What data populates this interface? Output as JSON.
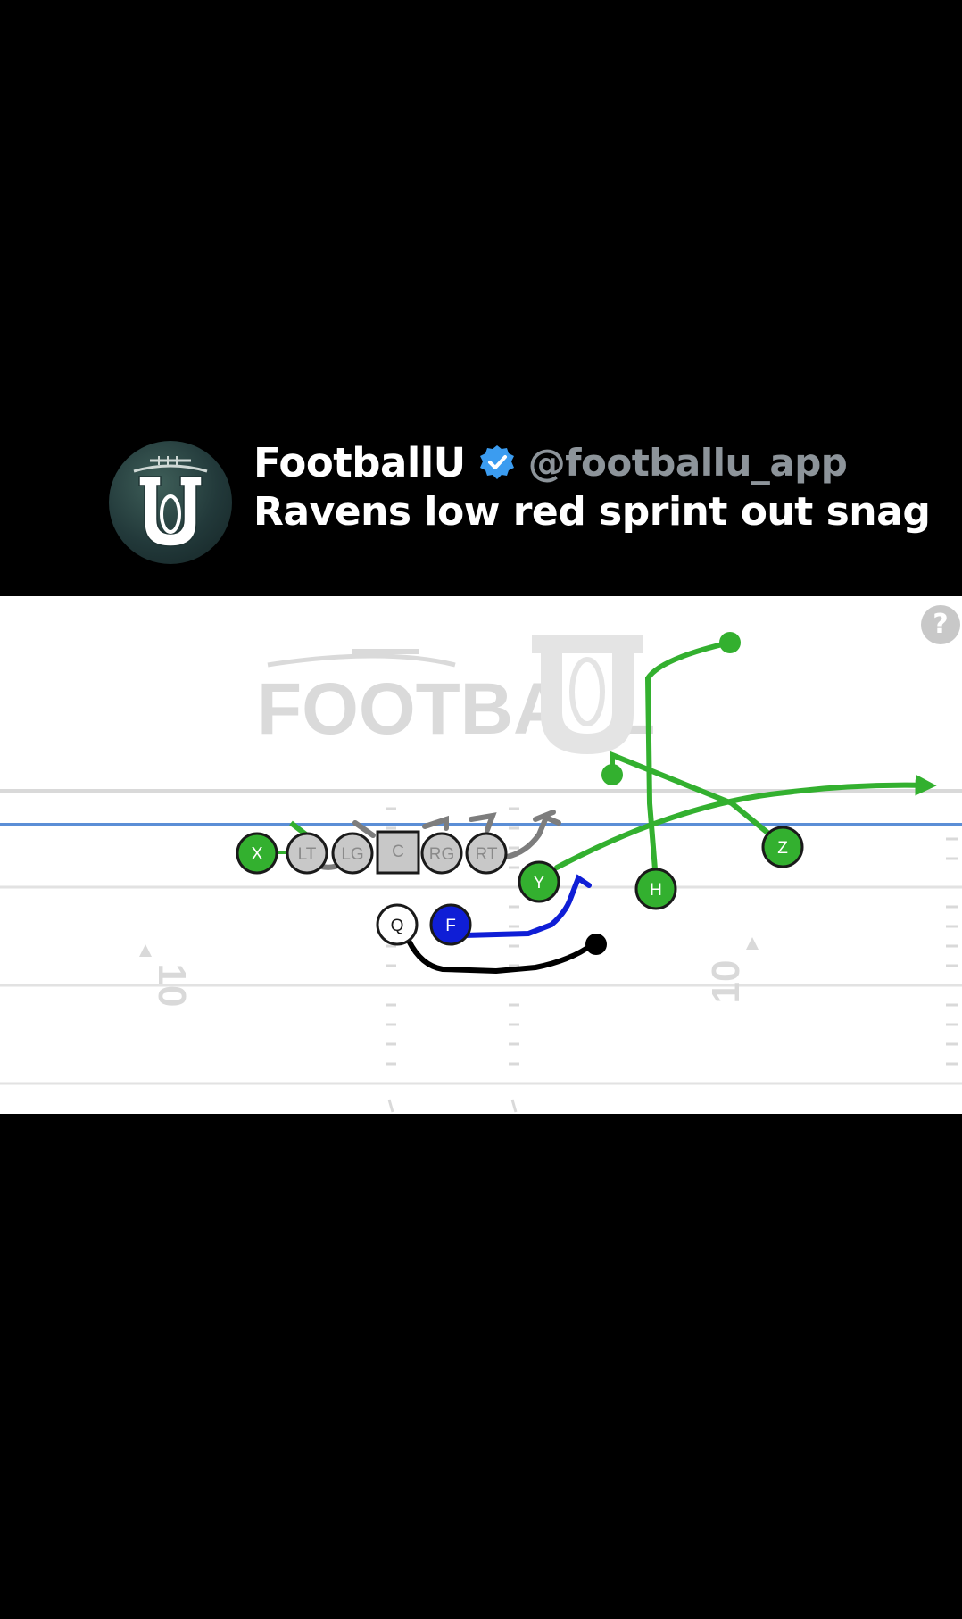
{
  "post": {
    "brand_name": "FootballU",
    "handle": "@footballu_app",
    "caption": "Ravens low red sprint out snag",
    "verified_color": "#3b9cf0"
  },
  "field": {
    "help_label": "?",
    "watermark": "FOOTBALL",
    "yard_numbers": [
      "10",
      "10"
    ],
    "line_of_scrimmage_color": "#5b8ed6"
  },
  "players": {
    "x": "X",
    "lt": "LT",
    "lg": "LG",
    "c": "C",
    "rg": "RG",
    "rt": "RT",
    "y": "Y",
    "h": "H",
    "z": "Z",
    "q": "Q",
    "f": "F"
  },
  "colors": {
    "receiver_route": "#33b02f",
    "blocking": "#7d7d7d",
    "back_route": "#0f1ed6",
    "qb_path": "#000000",
    "lineman_fill": "#c8c8c8"
  }
}
